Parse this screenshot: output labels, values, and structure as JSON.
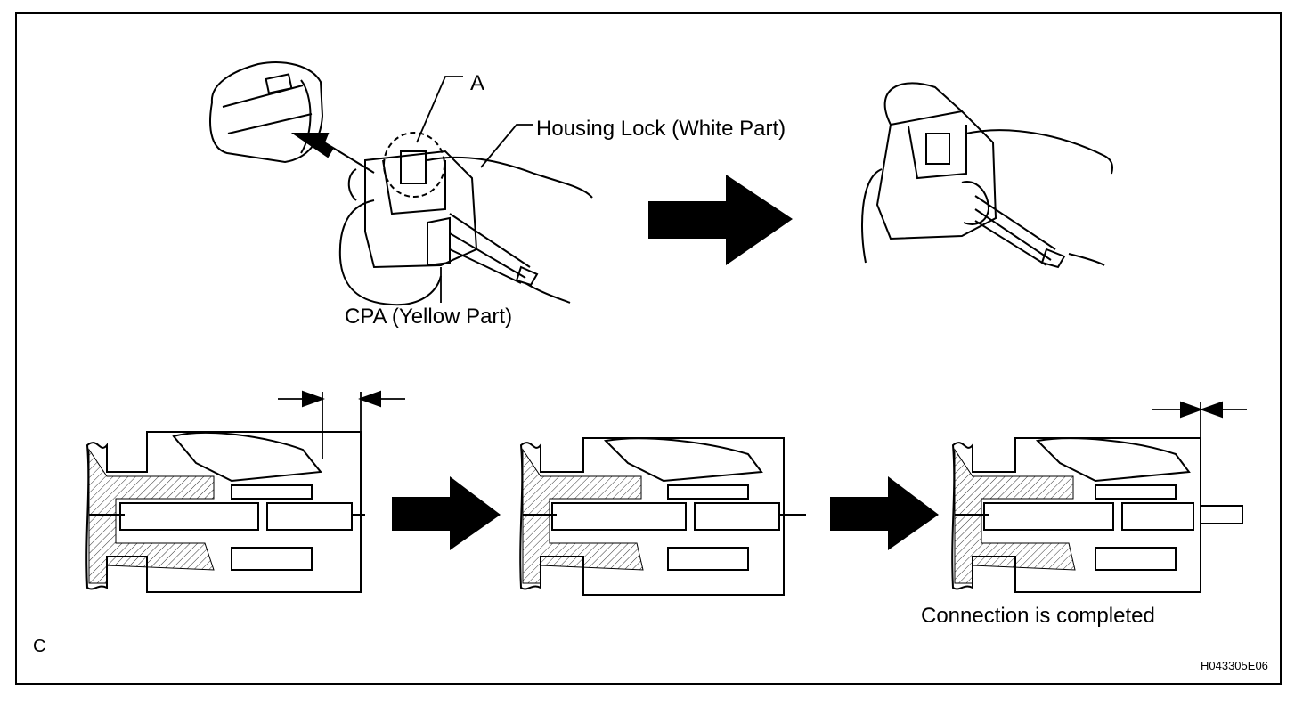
{
  "labels": {
    "callout_a": "A",
    "housing_lock": "Housing Lock (White Part)",
    "cpa": "CPA (Yellow Part)",
    "connection_completed": "Connection is completed",
    "figure_letter": "C",
    "figure_id": "H043305E06"
  },
  "colors": {
    "line": "#000000",
    "background": "#ffffff"
  },
  "steps": {
    "top": [
      "connector-before-insertion",
      "connector-connected"
    ],
    "bottom": [
      "cross-section-step-1",
      "cross-section-step-2",
      "cross-section-step-3"
    ]
  }
}
